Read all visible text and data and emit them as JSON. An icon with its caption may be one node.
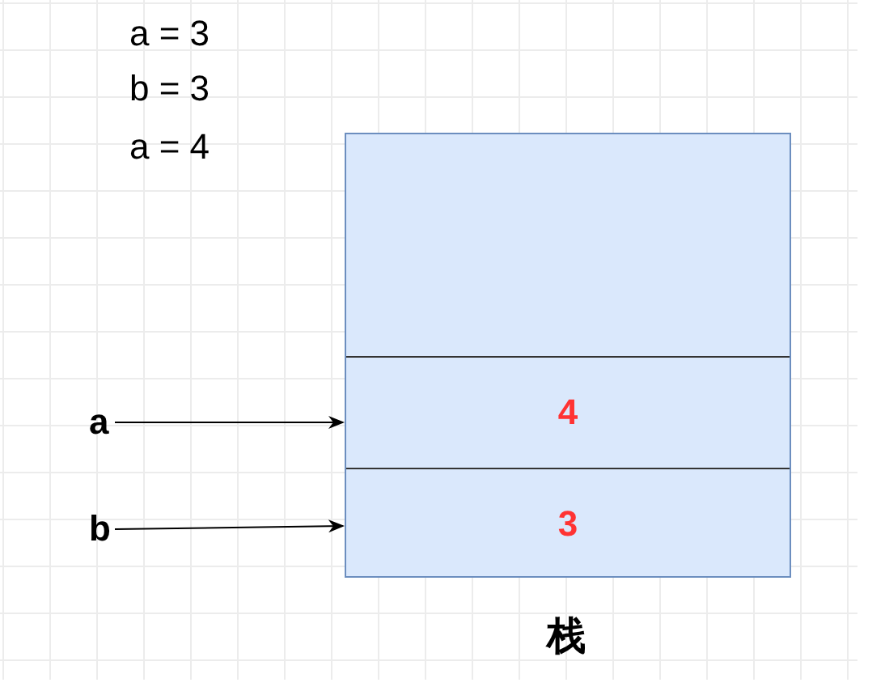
{
  "diagram": {
    "nodes": [
      {
        "text": [],
        "shape": "box",
        "beside": [
          "栈"
        ]
      },
      {
        "text": [
          "4"
        ],
        "in": 0
      },
      {
        "text": [
          "3"
        ],
        "in": 0
      },
      {
        "text": [
          "a"
        ]
      },
      {
        "text": [
          "b"
        ]
      }
    ],
    "edges": [
      {
        "from": 3,
        "to": 1,
        "arrow": "to"
      },
      {
        "from": 4,
        "to": 2,
        "arrow": "to"
      }
    ],
    "labels": [
      "a = 3",
      "b = 3",
      "a = 4"
    ]
  }
}
